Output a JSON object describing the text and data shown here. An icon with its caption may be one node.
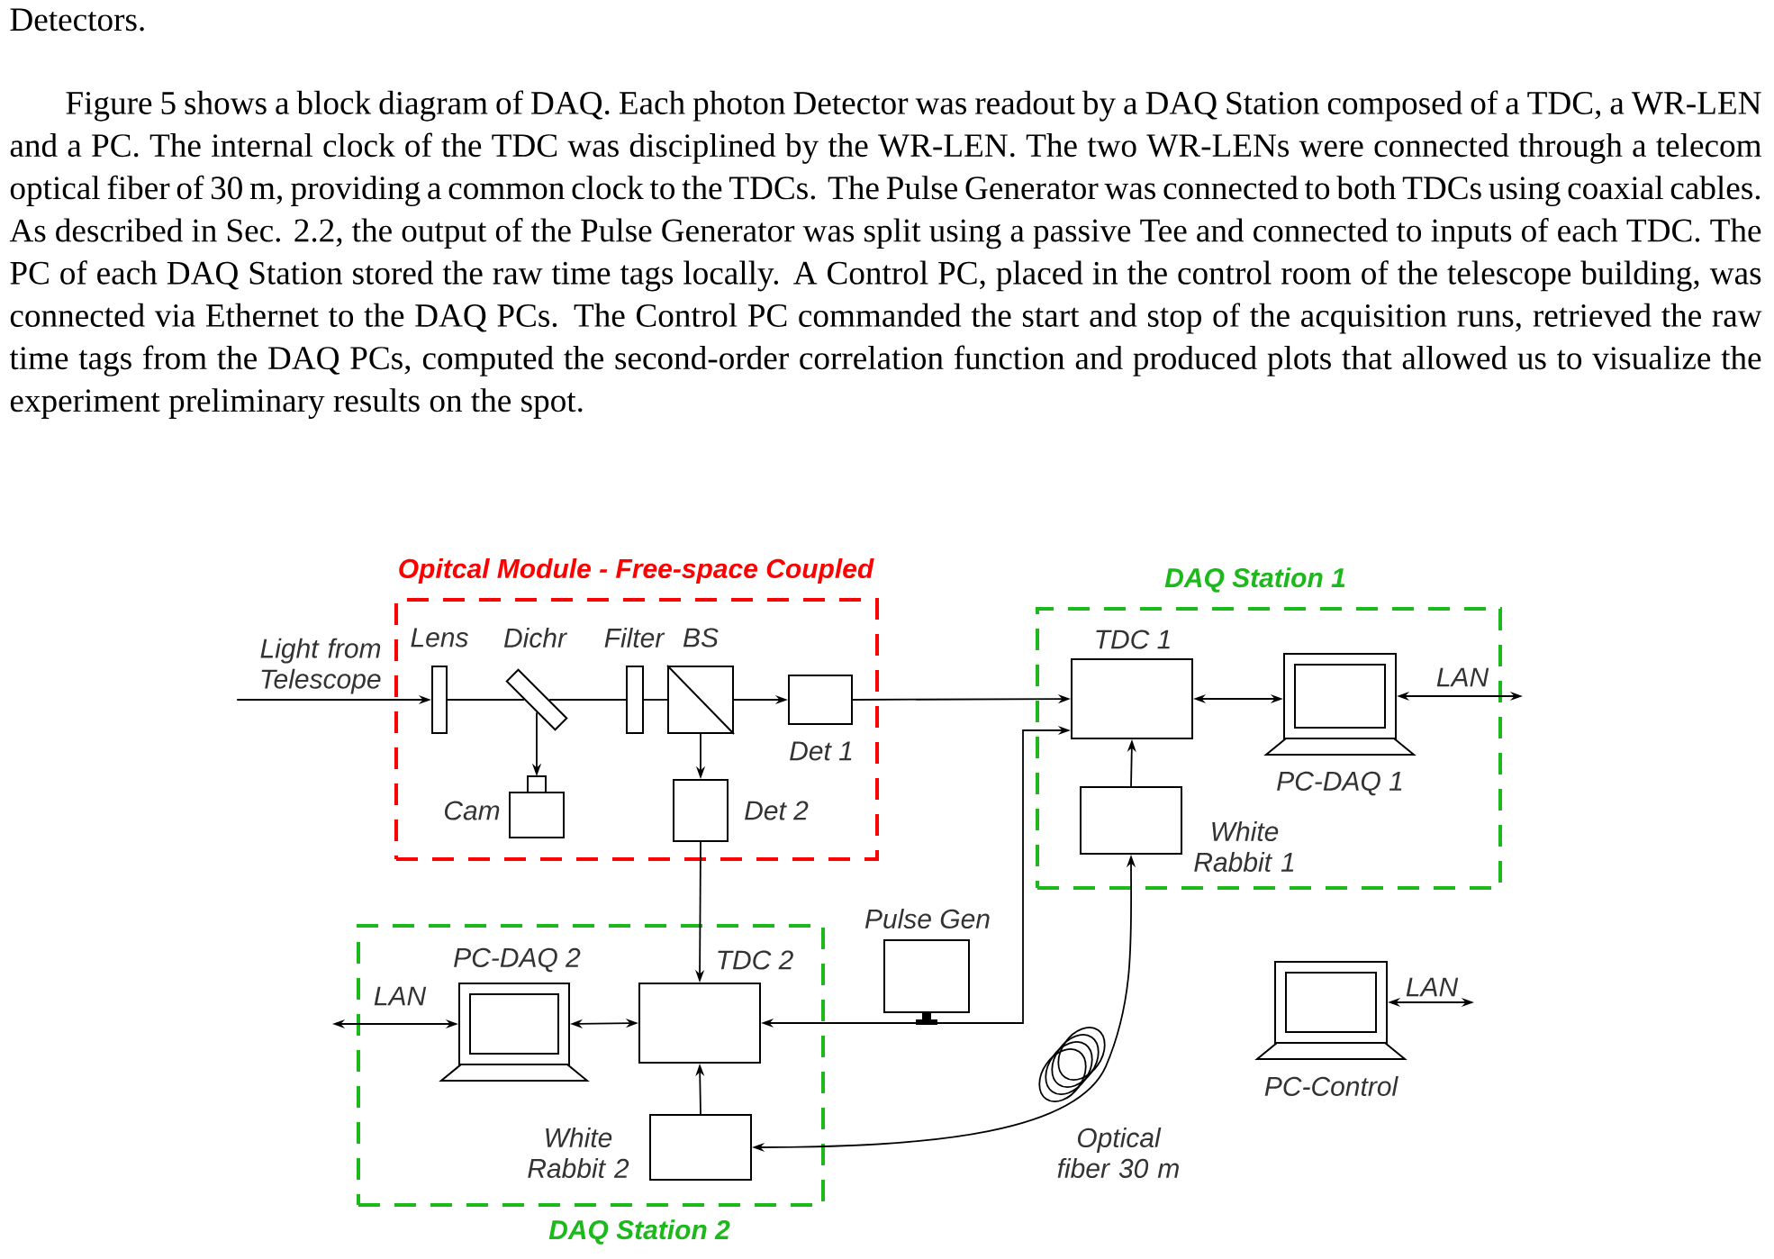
{
  "diagram": {
    "nodes": [
      {
        "text": [
          "Opitcal Module - Free-space Coupled"
        ]
      },
      {
        "text": [
          "Light from Telescope"
        ]
      },
      {
        "text": [
          "Lens"
        ],
        "in": 0
      },
      {
        "text": [
          "Dichr"
        ],
        "in": 0
      },
      {
        "text": [
          "Filter"
        ],
        "in": 0
      },
      {
        "text": [
          "BS"
        ],
        "in": 0
      },
      {
        "text": [
          "Det 1"
        ],
        "in": 0
      },
      {
        "text": [
          "Cam"
        ],
        "in": 0
      },
      {
        "text": [
          "Det 2"
        ],
        "in": 0
      },
      {
        "text": [
          "DAQ Station 1"
        ]
      },
      {
        "text": [
          "TDC 1"
        ],
        "in": 9
      },
      {
        "text": [
          "PC-DAQ 1"
        ],
        "in": 9
      },
      {
        "text": [
          "White Rabbit 1"
        ],
        "in": 9
      },
      {
        "text": [
          "DAQ Station 2"
        ]
      },
      {
        "text": [
          "PC-DAQ 2"
        ],
        "in": 13
      },
      {
        "text": [
          "TDC 2"
        ],
        "in": 13
      },
      {
        "text": [
          "White Rabbit 2"
        ],
        "in": 13
      },
      {
        "text": [
          "Pulse Gen"
        ]
      },
      {
        "text": [
          "PC-Control"
        ]
      }
    ],
    "edges": [
      {
        "from": 1,
        "to": 2,
        "arrow": "to"
      },
      {
        "from": 2,
        "to": 3,
        "arrow": "none"
      },
      {
        "from": 3,
        "to": 4,
        "arrow": "none"
      },
      {
        "from": 4,
        "to": 5,
        "arrow": "none"
      },
      {
        "from": 5,
        "to": 6,
        "arrow": "to"
      },
      {
        "from": 3,
        "to": 7,
        "arrow": "to"
      },
      {
        "from": 5,
        "to": 8,
        "arrow": "to"
      },
      {
        "from": 6,
        "to": 10,
        "arrow": "to"
      },
      {
        "from": 8,
        "to": 15,
        "arrow": "to"
      },
      {
        "from": 10,
        "to": 11,
        "arrow": "both"
      },
      {
        "from": 11,
        "to": null,
        "arrow": "both",
        "label": "LAN"
      },
      {
        "from": 12,
        "to": 10,
        "arrow": "to"
      },
      {
        "from": 14,
        "to": 15,
        "arrow": "both"
      },
      {
        "from": 14,
        "to": null,
        "arrow": "both",
        "label": "LAN"
      },
      {
        "from": 16,
        "to": 15,
        "arrow": "to"
      },
      {
        "from": 17,
        "to": 15,
        "arrow": "to"
      },
      {
        "from": 17,
        "to": 10,
        "arrow": "to"
      },
      {
        "from": 16,
        "to": 12,
        "arrow": "both",
        "label": "Optical fiber 30 m"
      },
      {
        "from": 18,
        "to": null,
        "arrow": "both",
        "label": "LAN"
      }
    ],
    "labels": [
      "Detectors.",
      "Figure 5 shows a block diagram of DAQ. Each photon Detector was readout by a DAQ Station composed of a TDC, a WR-LEN and a PC. The internal clock of the TDC was disciplined by the WR-LEN. The two WR-LENs were connected through a telecom optical fiber of 30 m, providing a common clock to the TDCs. The Pulse Generator was connected to both TDCs using coaxial cables. As described in Sec. 2.2, the output of the Pulse Generator was split using a passive Tee and connected to inputs of each TDC. The PC of each DAQ Station stored the raw time tags locally. A Control PC, placed in the control room of the telescope building, was connected via Ethernet to the DAQ PCs. The Control PC commanded the start and stop of the acquisition runs, retrieved the raw time tags from the DAQ PCs, computed the second-order correlation function and produced plots that allowed us to visualize the experiment preliminary results on the spot."
    ]
  }
}
